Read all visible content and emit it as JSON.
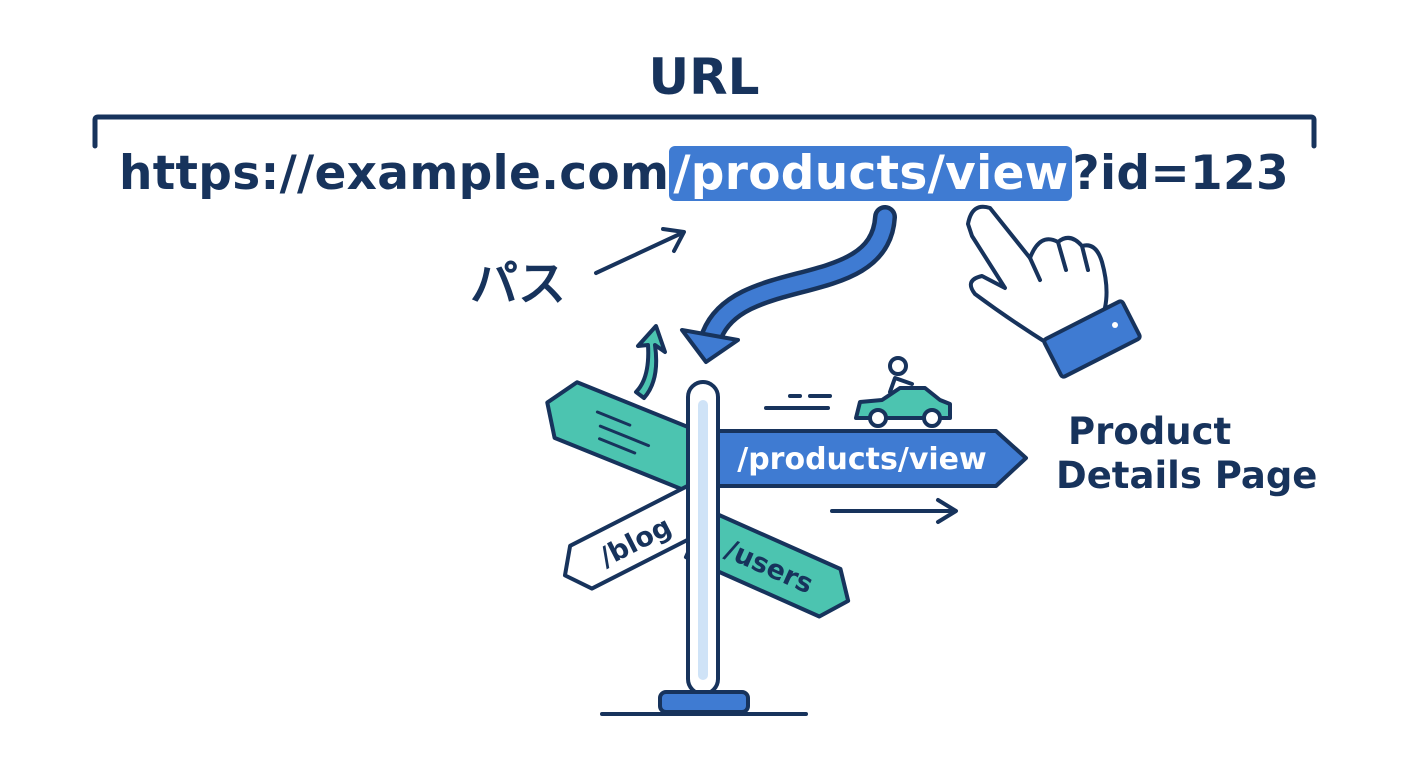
{
  "title": "URL",
  "url": {
    "prefix": "https://example.com",
    "path": "/products/view",
    "query": "?id=123"
  },
  "path_label": "パス",
  "signs": {
    "main": "/products/view",
    "left": "/blog",
    "right": "/users"
  },
  "destination": {
    "line1": "Product",
    "line2": "Details Page"
  },
  "colors": {
    "navy": "#17335c",
    "blue": "#3f7bd2",
    "teal": "#4cc4b0",
    "light_blue": "#cfe3f7"
  },
  "icons": [
    "pointing-hand-icon",
    "car-icon",
    "curved-arrow-icon",
    "signpost-icon"
  ]
}
